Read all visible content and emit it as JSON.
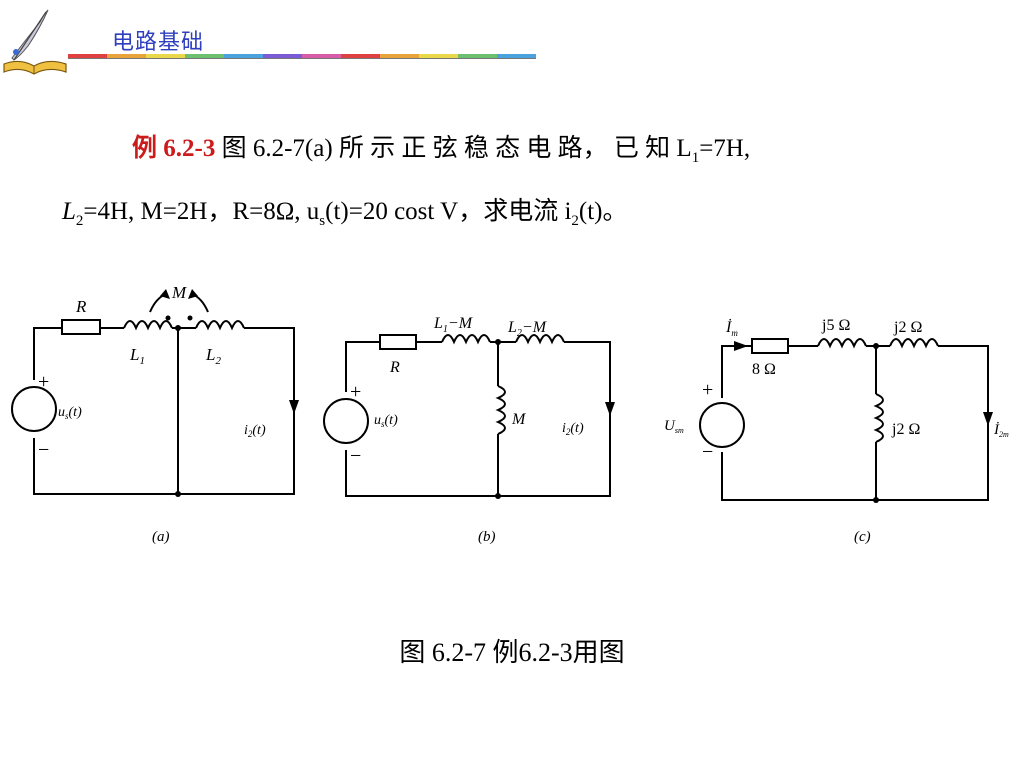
{
  "header": {
    "course_title": "电路基础",
    "quill_icon": "quill-book-icon",
    "stripe_colors": [
      "#e04040",
      "#e8a33a",
      "#e8d84a",
      "#6cc070",
      "#4aa3df",
      "#7b5cd6",
      "#d85ca8",
      "#e04040",
      "#e8a33a",
      "#e8d84a",
      "#6cc070",
      "#4aa3df"
    ]
  },
  "problem": {
    "label": "例 6.2-3",
    "line1": "图 6.2-7(a) 所 示 正 弦 稳 态 电 路， 已 知 L",
    "l1_sub": "1",
    "l1_val": "=7H,",
    "l2": "L",
    "l2_sub": "2",
    "line2": "=4H, M=2H，R=8Ω, u",
    "us_sub": "s",
    "line2b": "(t)=20 cost V，求电流 i",
    "i2_sub": "2",
    "line2c": "(t)。"
  },
  "circuit_a": {
    "r": "R",
    "m": "M",
    "l1": "L",
    "l1_sub": "1",
    "l2": "L",
    "l2_sub": "2",
    "plus": "+",
    "minus": "−",
    "source": "u",
    "source_sub": "s",
    "source_arg": "(t)",
    "current": "i",
    "current_sub": "2",
    "current_arg": "(t)",
    "label": "(a)"
  },
  "circuit_b": {
    "top1": "L",
    "top1_sub": "1",
    "top1_rest": "−M",
    "top2": "L",
    "top2_sub": "2",
    "top2_rest": "−M",
    "r": "R",
    "m": "M",
    "plus": "+",
    "minus": "−",
    "source": "u",
    "source_sub": "s",
    "source_arg": "(t)",
    "current": "i",
    "current_sub": "2",
    "current_arg": "(t)",
    "label": "(b)"
  },
  "circuit_c": {
    "im": "İ",
    "im_sub": "m",
    "r": "8 Ω",
    "j5": "j5 Ω",
    "j2top": "j2 Ω",
    "j2mid": "j2 Ω",
    "plus": "+",
    "minus": "−",
    "source": "U",
    "source_sub": "sm",
    "current": "İ",
    "current_sub": "2m",
    "label": "(c)"
  },
  "figure_caption": "图 6.2-7 例6.2-3用图"
}
